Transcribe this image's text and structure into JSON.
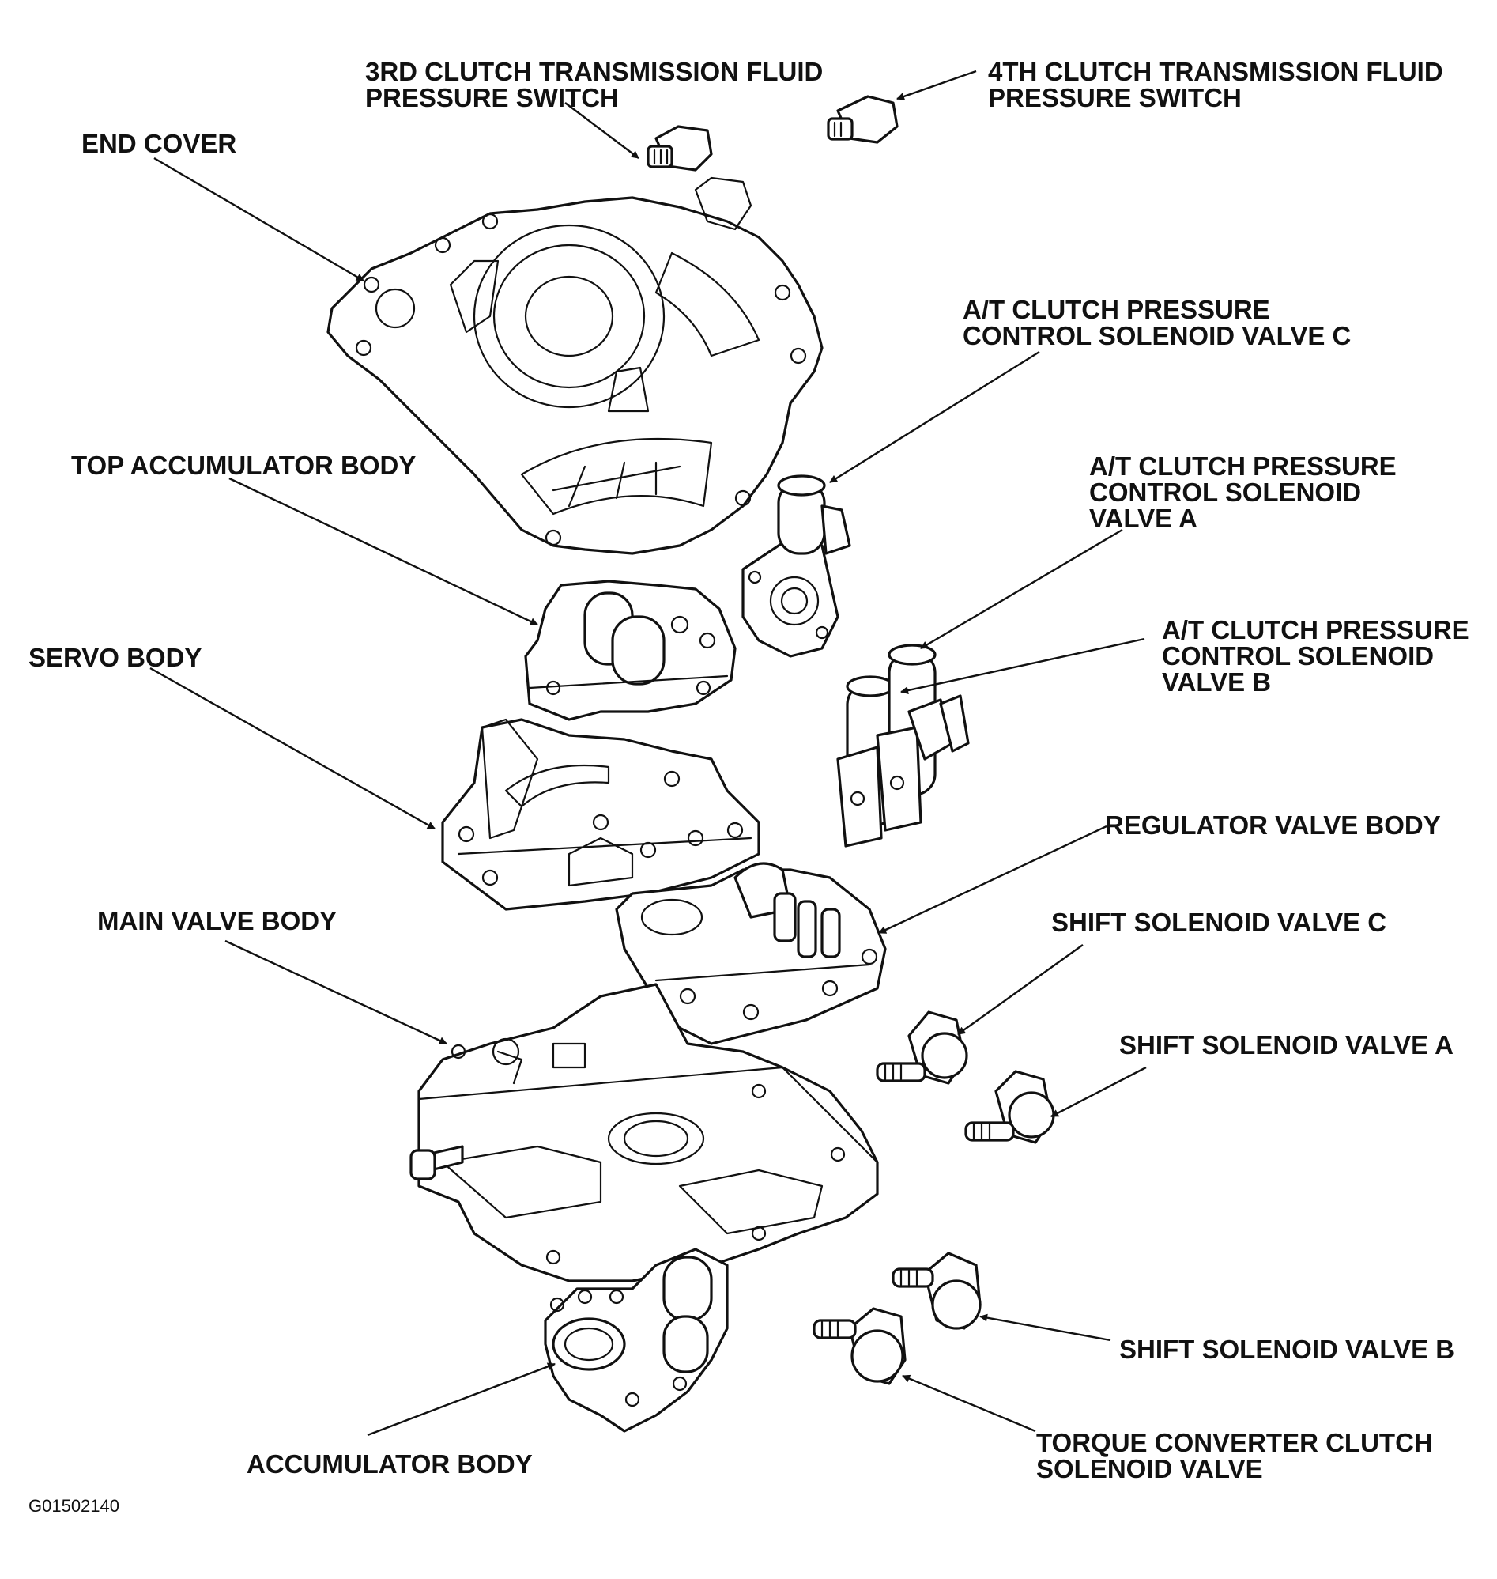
{
  "figure_code": "G01502140",
  "labels": {
    "third_clutch_switch": [
      "3RD CLUTCH TRANSMISSION FLUID",
      "PRESSURE SWITCH"
    ],
    "fourth_clutch_switch": [
      "4TH CLUTCH TRANSMISSION FLUID",
      "PRESSURE SWITCH"
    ],
    "end_cover": [
      "END COVER"
    ],
    "solenoid_c": [
      "A/T CLUTCH PRESSURE",
      "CONTROL SOLENOID VALVE C"
    ],
    "top_accumulator": [
      "TOP ACCUMULATOR BODY"
    ],
    "solenoid_a": [
      "A/T CLUTCH PRESSURE",
      "CONTROL SOLENOID",
      "VALVE A"
    ],
    "servo_body": [
      "SERVO BODY"
    ],
    "solenoid_b": [
      "A/T CLUTCH PRESSURE",
      "CONTROL SOLENOID",
      "VALVE B"
    ],
    "regulator_valve": [
      "REGULATOR VALVE BODY"
    ],
    "main_valve": [
      "MAIN VALVE BODY"
    ],
    "shift_solenoid_c": [
      "SHIFT  SOLENOID VALVE C"
    ],
    "shift_solenoid_a": [
      "SHIFT  SOLENOID VALVE A"
    ],
    "shift_solenoid_b": [
      "SHIFT  SOLENOID VALVE B"
    ],
    "torque_converter": [
      "TORQUE CONVERTER CLUTCH",
      "SOLENOID VALVE"
    ],
    "accumulator_body": [
      "ACCUMULATOR BODY"
    ]
  }
}
